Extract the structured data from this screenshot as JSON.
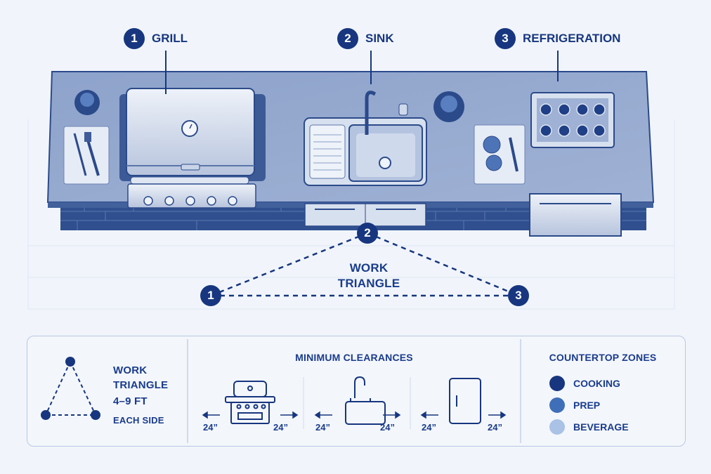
{
  "callouts": {
    "grill": {
      "num": "1",
      "label": "GRILL"
    },
    "sink": {
      "num": "2",
      "label": "SINK"
    },
    "refrigeration": {
      "num": "3",
      "label": "REFRIGERATION"
    }
  },
  "triangle": {
    "label_line1": "WORK",
    "label_line2": "TRIANGLE",
    "node1": "1",
    "node2": "2",
    "node3": "3"
  },
  "legend": {
    "triangle_title_1": "WORK",
    "triangle_title_2": "TRIANGLE",
    "triangle_range": "4–9 FT",
    "triangle_each": "EACH SIDE",
    "clearances_title": "MINIMUM CLEARANCES",
    "clearance_value": "24”",
    "zones_title": "COUNTERTOP ZONES",
    "zones": [
      {
        "label": "COOKING",
        "color": "#17367f"
      },
      {
        "label": "PREP",
        "color": "#3f6fb8"
      },
      {
        "label": "BEVERAGE",
        "color": "#a9c2e6"
      }
    ]
  },
  "colors": {
    "primary": "#17367f",
    "mid": "#3f6fb8",
    "light": "#a9c2e6",
    "background": "#f1f5fb"
  }
}
